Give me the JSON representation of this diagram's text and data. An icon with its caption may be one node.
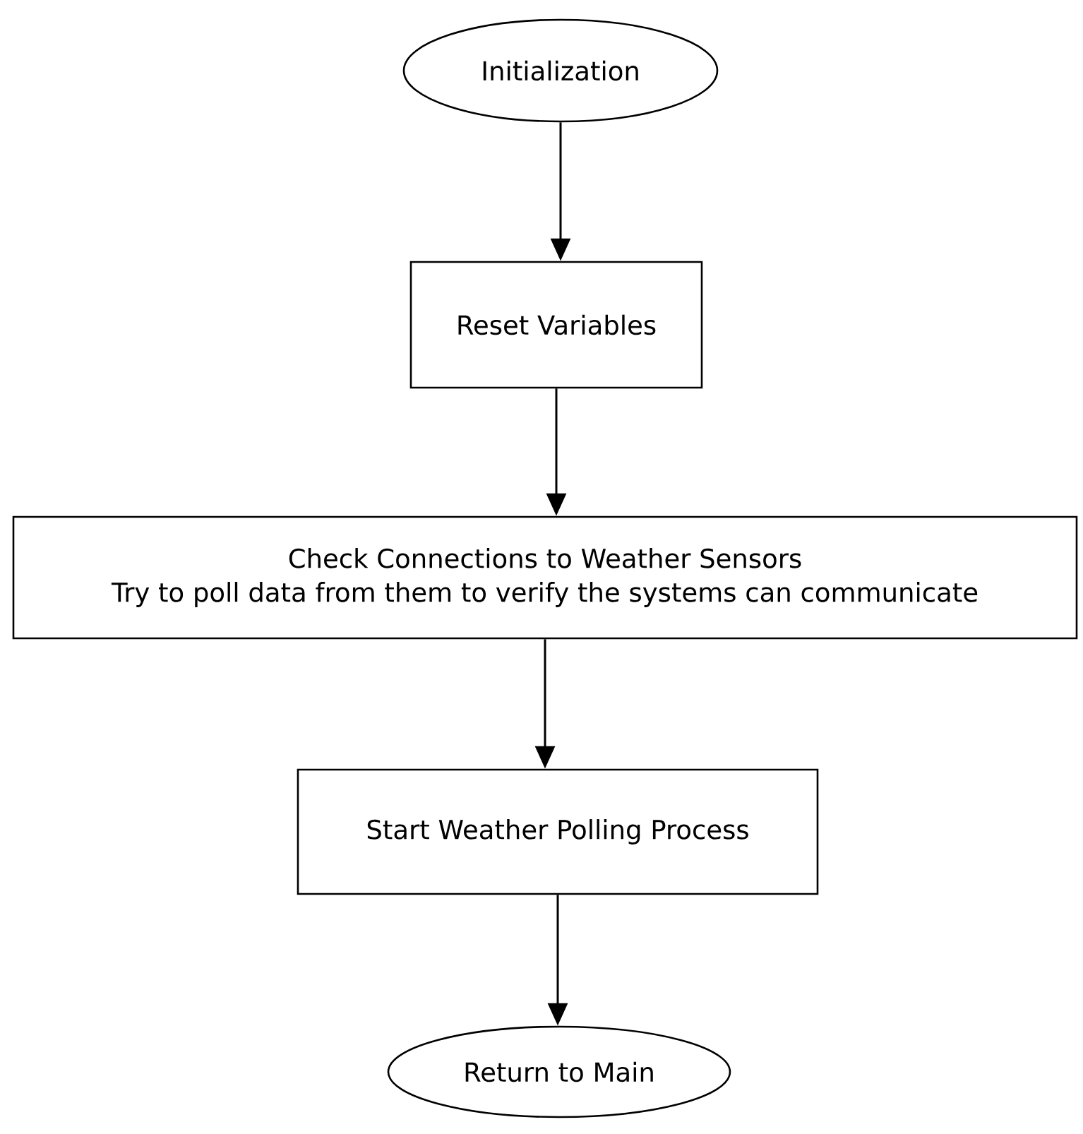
{
  "diagram": {
    "nodes": [
      {
        "text": [
          "Initialization"
        ]
      },
      {
        "text": [
          "Reset Variables"
        ]
      },
      {
        "text": [
          "Check Connections to Weather Sensors",
          "Try to poll data from them to verify the systems can communicate"
        ]
      },
      {
        "text": [
          "Start Weather Polling Process"
        ]
      },
      {
        "text": [
          "Return to Main"
        ]
      }
    ],
    "edges": [
      {
        "from": 0,
        "to": 1,
        "arrow": "to"
      },
      {
        "from": 1,
        "to": 2,
        "arrow": "to"
      },
      {
        "from": 2,
        "to": 3,
        "arrow": "to"
      },
      {
        "from": 3,
        "to": 4,
        "arrow": "to"
      }
    ]
  }
}
